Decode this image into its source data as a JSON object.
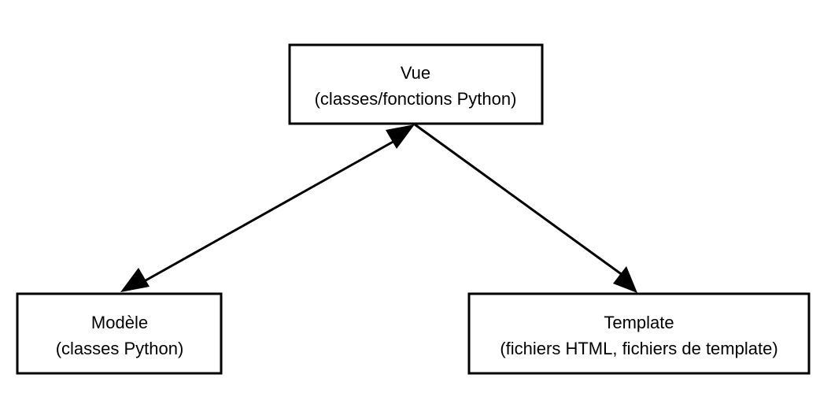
{
  "diagram": {
    "nodes": {
      "vue": {
        "title": "Vue",
        "subtitle": "(classes/fonctions Python)"
      },
      "modele": {
        "title": "Modèle",
        "subtitle": "(classes Python)"
      },
      "template": {
        "title": "Template",
        "subtitle": "(fichiers HTML, fichiers de template)"
      }
    },
    "edges": [
      {
        "from": "vue",
        "to": "modele",
        "direction": "bidirectional"
      },
      {
        "from": "vue",
        "to": "template",
        "direction": "forward"
      }
    ],
    "colors": {
      "stroke": "#000000",
      "fill": "#ffffff",
      "text": "#000000"
    }
  }
}
